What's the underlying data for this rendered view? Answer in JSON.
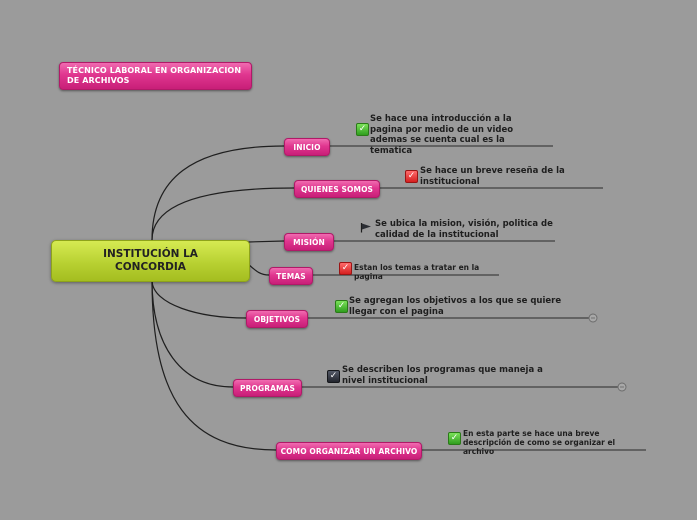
{
  "header": {
    "title": "TÉCNICO LABORAL EN ORGANIZACION DE ARCHIVOS"
  },
  "central": {
    "title": "INSTITUCIÓN LA CONCORDIA"
  },
  "branches": [
    {
      "label": "INICIO",
      "note": "Se hace una introducción a la pagina por medio de un video ademas se cuenta cual es la tematica",
      "icon": "green-check-icon"
    },
    {
      "label": "QUIENES SOMOS",
      "note": "Se hace un breve reseña de la institucional",
      "icon": "red-check-icon"
    },
    {
      "label": "MISIÓN",
      "note": "Se ubica la mision, visión, politica de calidad de la  institucional",
      "icon": "flag-icon"
    },
    {
      "label": "TEMAS",
      "note": "Estan los temas a tratar en la pagina",
      "icon": "red-check-icon"
    },
    {
      "label": "OBJETIVOS",
      "note": "Se agregan los objetivos a los que se quiere llegar con el pagina",
      "icon": "green-check-icon"
    },
    {
      "label": "PROGRAMAS",
      "note": "Se describen los programas que maneja a nivel institucional",
      "icon": "dark-check-icon"
    },
    {
      "label": "COMO ORGANIZAR UN ARCHIVO",
      "note": "En esta parte se hace una breve descripción de como se organizar el archivo",
      "icon": "green-check-icon"
    }
  ]
}
